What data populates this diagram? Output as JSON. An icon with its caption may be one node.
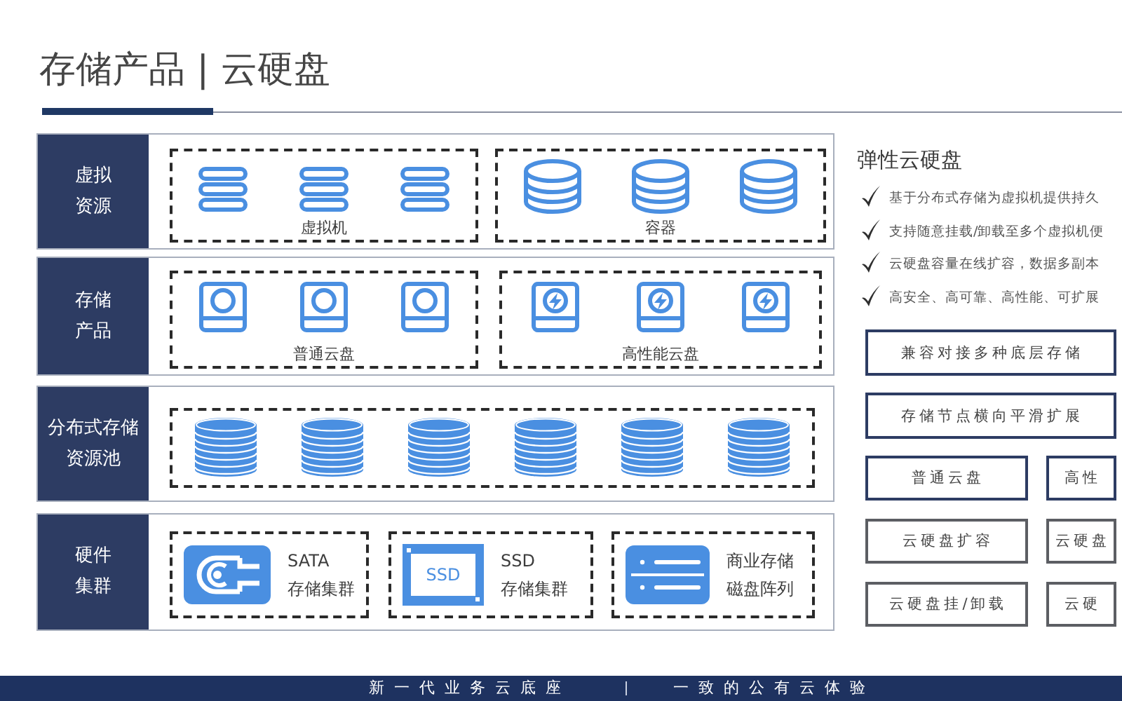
{
  "diagram": {
    "title": "存储产品 | 云硬盘",
    "nodes": [
      {
        "text": [
          "虚拟资源"
        ]
      },
      {
        "text": [
          "虚拟机"
        ],
        "in": 0
      },
      {
        "text": [
          "容器"
        ],
        "in": 0
      },
      {
        "text": [
          "存储产品"
        ]
      },
      {
        "text": [
          "普通云盘"
        ],
        "in": 3
      },
      {
        "text": [
          "高性能云盘"
        ],
        "in": 3
      },
      {
        "text": [
          "分布式存储资源池"
        ]
      },
      {
        "text": [],
        "shape": "box",
        "in": 6
      },
      {
        "text": [
          "硬件集群"
        ]
      },
      {
        "text": [
          "SATA 存储集群"
        ],
        "in": 8
      },
      {
        "text": [
          "SSD 存储集群"
        ],
        "in": 8
      },
      {
        "text": [
          "商业存储磁盘阵列"
        ],
        "in": 8
      },
      {
        "text": [
          "兼容对接多种底层存储"
        ]
      },
      {
        "text": [
          "存储节点横向平滑扩展"
        ]
      },
      {
        "text": [
          "普通云盘"
        ]
      },
      {
        "text": [
          "高性"
        ]
      },
      {
        "text": [
          "云硬盘扩容"
        ]
      },
      {
        "text": [
          "云硬盘"
        ]
      },
      {
        "text": [
          "云硬盘挂/卸载"
        ]
      },
      {
        "text": [
          "云硬"
        ]
      },
      {
        "text": [
          "新一代业务云底座",
          "一致的公有云体验"
        ]
      }
    ],
    "labels": [
      "SSD",
      "弹性云硬盘",
      "基于分布式存储为虚拟机提供持久",
      "支持随意挂载/卸载至多个虚拟机便",
      "云硬盘容量在线扩容，数据多副本",
      "高安全、高可靠、高性能、可扩展"
    ]
  }
}
